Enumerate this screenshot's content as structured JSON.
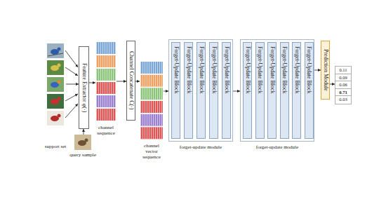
{
  "diagram": {
    "nodes": [
      {
        "text": [
          "support set"
        ]
      },
      {
        "text": [
          "query sample"
        ]
      },
      {
        "text": [
          "Feature Extractor φ(·)"
        ]
      },
      {
        "text": [
          "channel sequence"
        ]
      },
      {
        "text": [
          "Channel Concatenate C(·)"
        ]
      },
      {
        "text": [
          "channel vector sequence"
        ]
      },
      {
        "text": [
          "forget-update module"
        ]
      },
      {
        "text": [
          "Forget-Update Block"
        ],
        "in": 6
      },
      {
        "text": [
          "Forget-Update Block"
        ],
        "in": 6
      },
      {
        "text": [
          "Forget-Update Block"
        ],
        "in": 6
      },
      {
        "text": [
          "Forget-Update Block"
        ],
        "in": 6
      },
      {
        "text": [
          "Forget-Update Block"
        ],
        "in": 6
      },
      {
        "text": [
          "forget-update module"
        ]
      },
      {
        "text": [
          "Forget-Update Block"
        ],
        "in": 12
      },
      {
        "text": [
          "Forget-Update Block"
        ],
        "in": 12
      },
      {
        "text": [
          "Forget-Update Block"
        ],
        "in": 12
      },
      {
        "text": [
          "Forget-Update Block"
        ],
        "in": 12
      },
      {
        "text": [
          "Forget-Update Block"
        ],
        "in": 12
      },
      {
        "text": [
          "Forget-Update Block"
        ],
        "in": 12
      },
      {
        "text": [
          "Prediction Module"
        ]
      },
      {
        "text": [
          "0.11"
        ]
      },
      {
        "text": [
          "0.09"
        ]
      },
      {
        "text": [
          "0.06"
        ]
      },
      {
        "text": [
          "0.71"
        ]
      },
      {
        "text": [
          "0.03"
        ]
      }
    ],
    "edges": [
      {
        "from": 0,
        "to": 2,
        "arrow": "to"
      },
      {
        "from": 1,
        "to": 2,
        "arrow": "to"
      },
      {
        "from": 2,
        "to": 3,
        "arrow": "to"
      },
      {
        "from": 3,
        "to": 4,
        "arrow": "to"
      },
      {
        "from": 4,
        "to": 5,
        "arrow": "to"
      },
      {
        "from": 5,
        "to": 6,
        "arrow": "to"
      },
      {
        "from": 7,
        "to": 8,
        "arrow": "to"
      },
      {
        "from": 8,
        "to": 9,
        "arrow": "to"
      },
      {
        "from": 9,
        "to": 10,
        "arrow": "to"
      },
      {
        "from": 10,
        "to": 11,
        "arrow": "to"
      },
      {
        "from": 6,
        "to": 12,
        "arrow": "to"
      },
      {
        "from": 13,
        "to": 14,
        "arrow": "to"
      },
      {
        "from": 14,
        "to": 15,
        "arrow": "to"
      },
      {
        "from": 15,
        "to": 16,
        "arrow": "to"
      },
      {
        "from": 16,
        "to": 17,
        "arrow": "to"
      },
      {
        "from": 17,
        "to": 18,
        "arrow": "to"
      },
      {
        "from": 12,
        "to": 19,
        "arrow": "to"
      },
      {
        "from": 19,
        "to": 22,
        "arrow": "to"
      }
    ]
  }
}
